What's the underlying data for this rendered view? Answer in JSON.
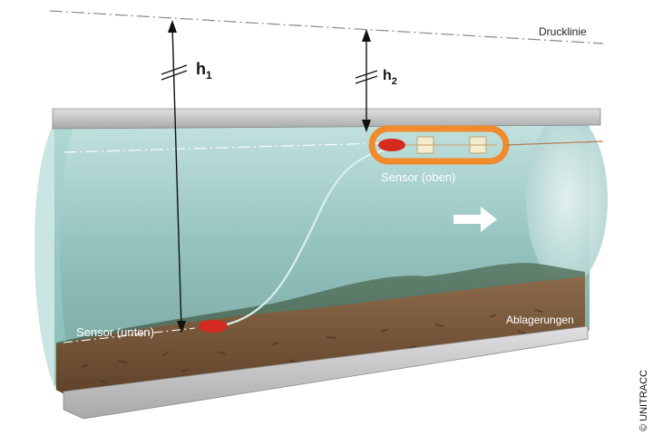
{
  "labels": {
    "pressure_line": "Drucklinie",
    "h1_main": "h",
    "h1_sub": "1",
    "h2_main": "h",
    "h2_sub": "2",
    "sensor_top": "Sensor (oben)",
    "sensor_bottom": "Sensor (unten)",
    "deposits": "Ablagerungen",
    "copyright": "© UNITRACC"
  },
  "colors": {
    "water": "#8fc3c0",
    "sediment": "#7a5a3e",
    "pipe_wall": "#c9c9c9",
    "sensor_red": "#d42a1f",
    "float_orange": "#f08a2a",
    "flow_arrow": "#ffffff"
  },
  "icons": {
    "flow_direction": "arrow-right-icon"
  }
}
